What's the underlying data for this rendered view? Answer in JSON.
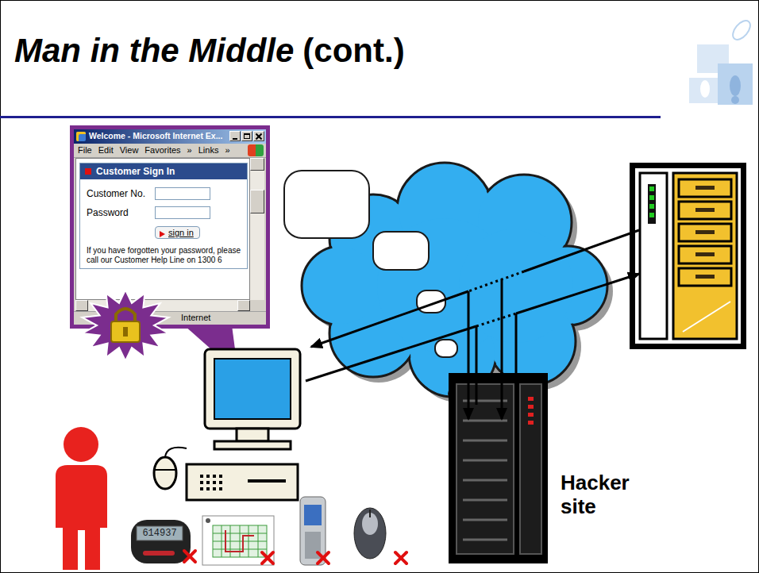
{
  "diagram": {
    "title": "Man in the Middle",
    "nodes": [
      {
        "text": [
          "Welcome - Microsoft Internet Ex..."
        ]
      },
      {
        "text": [
          "Customer Sign In",
          "Customer No.",
          "Password",
          "If you have forgotten your password, please call our Customer Help Line on 1300 6"
        ],
        "in": 0
      },
      {
        "text": [
          "sign in"
        ],
        "in": 1
      },
      {
        "text": [
          "Hacker site"
        ]
      }
    ],
    "labels": [
      "(cont.)",
      "File",
      "Edit",
      "View",
      "Favorites",
      "»",
      "Links",
      "»",
      "Internet",
      "614937"
    ]
  }
}
